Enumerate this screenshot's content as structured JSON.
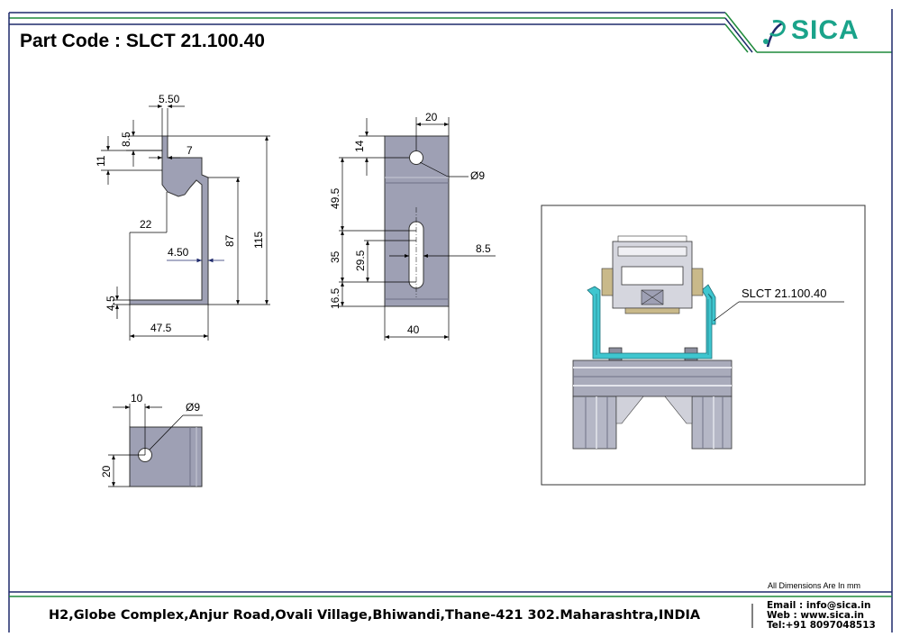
{
  "header": {
    "part_code": "Part Code : SLCT 21.100.40",
    "brand": "SICA"
  },
  "side_view_dims": [
    "5.50",
    "8.5",
    "7",
    "11",
    "22",
    "4.50",
    "87",
    "115",
    "4.5",
    "47.5"
  ],
  "front_view_dims": [
    "20",
    "14",
    "Ø9",
    "49.5",
    "35",
    "29.5",
    "8.5",
    "16.5",
    "40"
  ],
  "detail_view_dims": [
    "10",
    "Ø9",
    "20"
  ],
  "assembly": {
    "callout": "SLCT 21.100.40"
  },
  "footer": {
    "note": "All Dimensions Are In mm",
    "address": "H2,Globe Complex,Anjur Road,Ovali Village,Bhiwandi,Thane-421 302.Maharashtra,INDIA",
    "email": "Email : info@sica.in",
    "web": "Web  : www.sica.in",
    "tel": "Tel:+91 8097048513"
  },
  "colors": {
    "border_blue": "#1f2a6b",
    "border_green": "#1e8a3a",
    "brand": "#1aa38a",
    "part_fill": "#9ea0b4",
    "bracket_cyan": "#3fc6cf"
  }
}
